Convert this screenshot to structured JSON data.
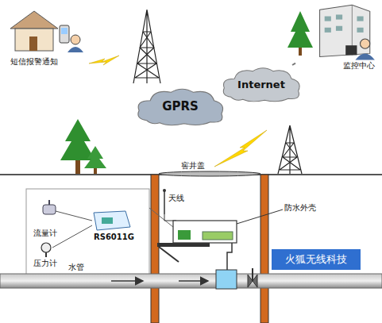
{
  "diagram": {
    "nodes": [
      {
        "text": [
          "短信报警通知"
        ]
      },
      {
        "text": [
          "GPRS"
        ]
      },
      {
        "text": [
          "Internet"
        ]
      },
      {
        "text": [
          "监控中心"
        ]
      },
      {
        "text": [
          "火狐无线科技"
        ]
      }
    ],
    "edges": [
      {
        "from": 2,
        "to": 3,
        "arrow": "none"
      }
    ],
    "labels": [
      "窖井盖",
      "天线",
      "防水外壳",
      "流量计",
      "RS6011G",
      "压力计",
      "水管"
    ]
  }
}
